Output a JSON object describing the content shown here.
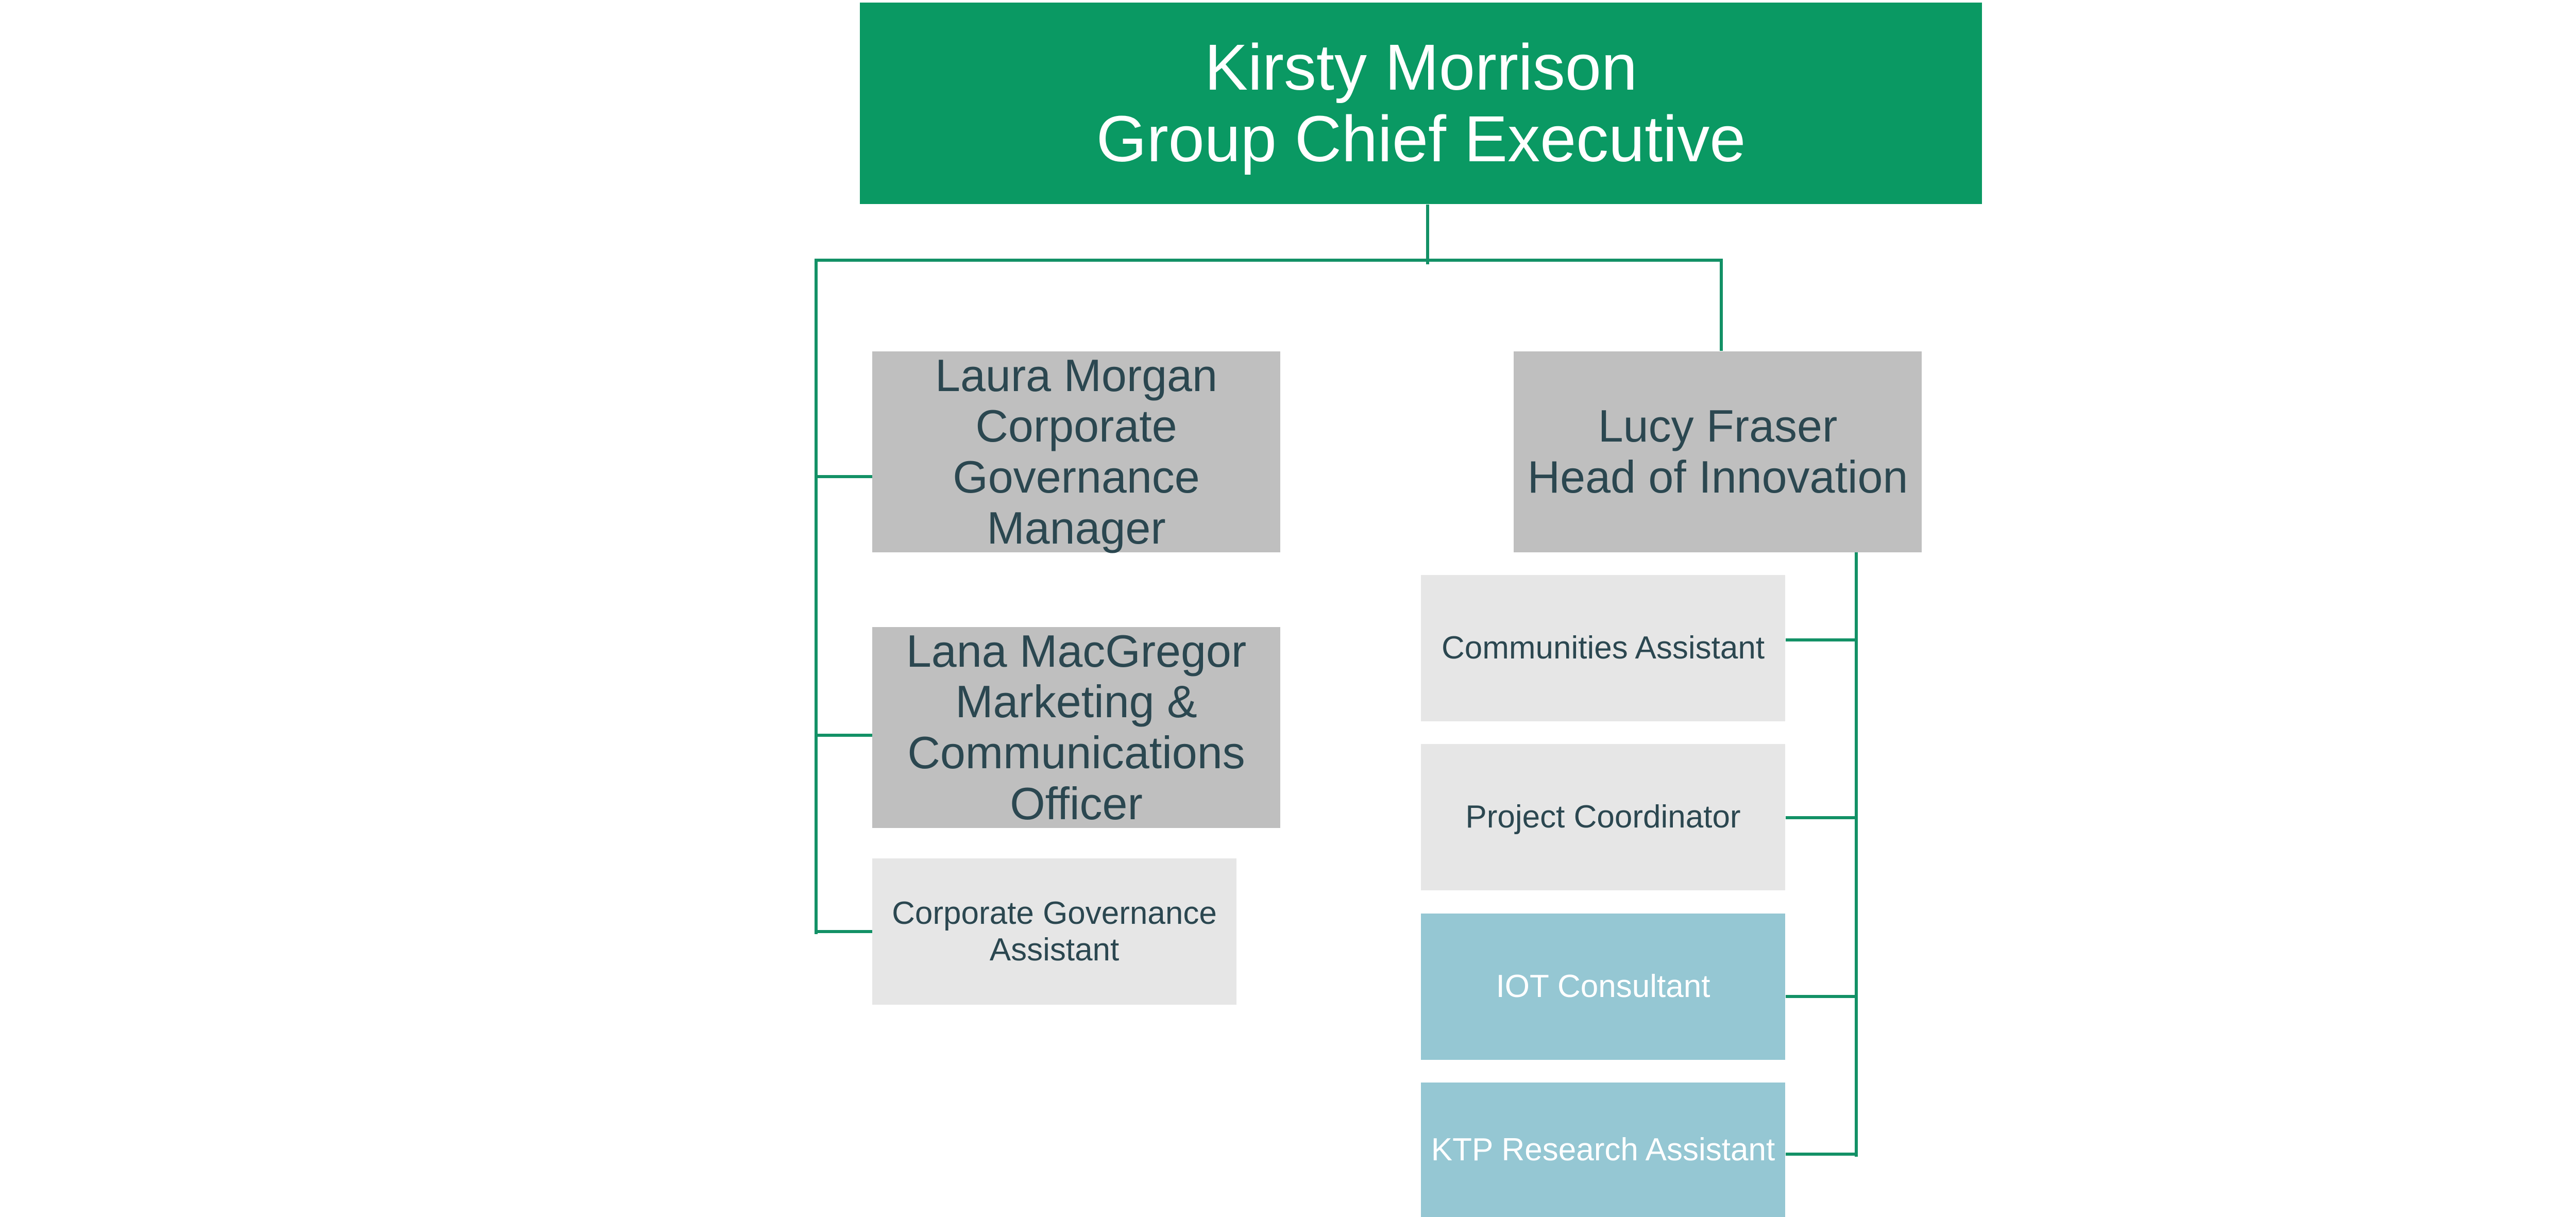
{
  "org_chart": {
    "nodes": {
      "executive": {
        "name": "Kirsty Morrison",
        "role": "Group Chief Executive"
      },
      "laura_morgan": {
        "name": "Laura Morgan",
        "role_line1": "Corporate",
        "role_line2": "Governance",
        "role_line3": "Manager"
      },
      "lana_macgregor": {
        "name": "Lana MacGregor",
        "role_line1": "Marketing &",
        "role_line2": "Communications",
        "role_line3": "Officer"
      },
      "corporate_governance_assistant": {
        "line1": "Corporate Governance",
        "line2": "Assistant"
      },
      "lucy_fraser": {
        "name": "Lucy Fraser",
        "role": "Head of Innovation"
      },
      "communities_assistant": {
        "label": "Communities Assistant"
      },
      "project_coordinator": {
        "label": "Project Coordinator"
      },
      "iot_consultant": {
        "label": "IOT Consultant"
      },
      "ktp_research_assistant": {
        "label": "KTP Research Assistant"
      }
    },
    "colors": {
      "executive_fill": "#0a9963",
      "manager_fill": "#bfbfbf",
      "staff_fill": "#e6e6e6",
      "consultant_fill": "#95c7d3",
      "connector": "#139166",
      "dark_text": "#2b4750"
    }
  }
}
